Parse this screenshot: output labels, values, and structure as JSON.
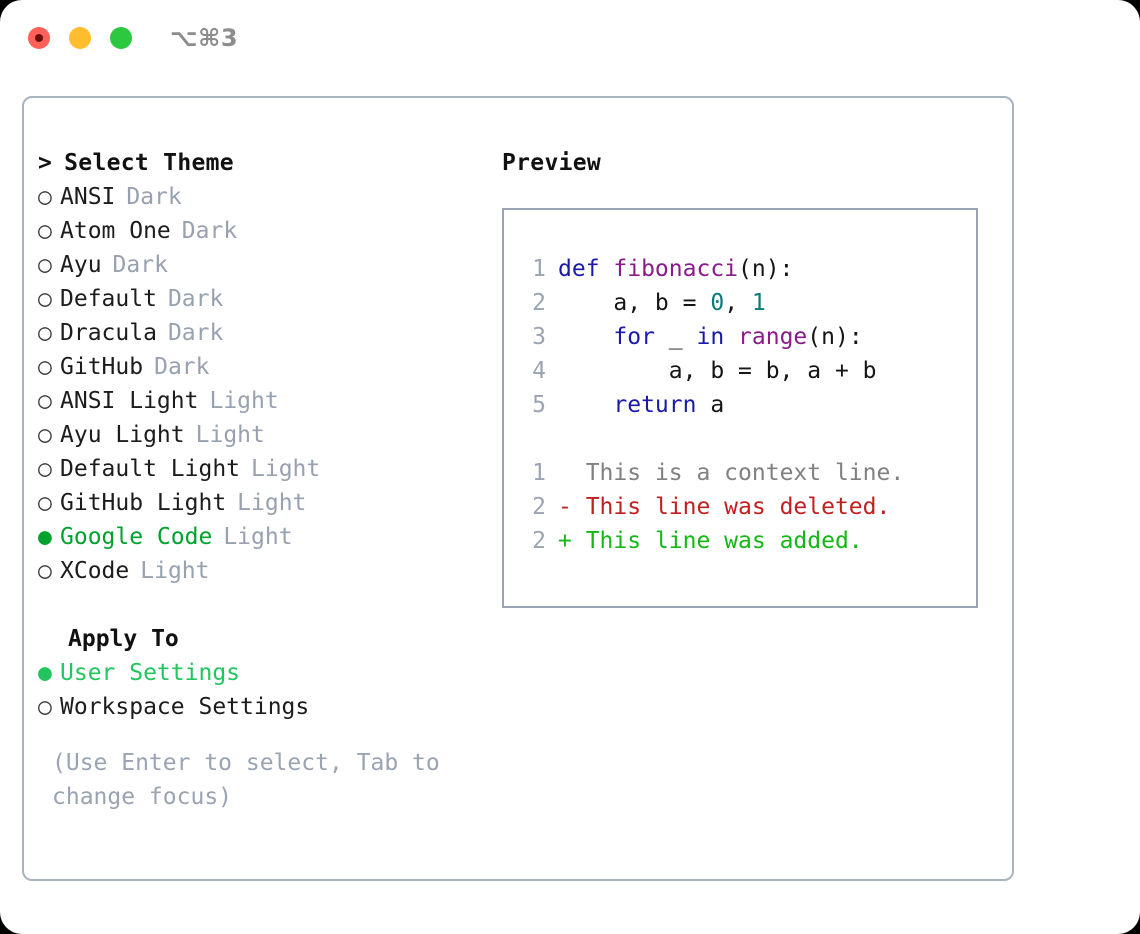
{
  "window": {
    "shortcut": "⌥⌘3",
    "traffic_lights": [
      "close-red",
      "minimize-yellow",
      "zoom-green"
    ]
  },
  "left": {
    "heading": "Select Theme",
    "heading_caret": ">",
    "themes": [
      {
        "marker": "○",
        "name": "ANSI",
        "tag": "Dark",
        "selected": false
      },
      {
        "marker": "○",
        "name": "Atom One",
        "tag": "Dark",
        "selected": false
      },
      {
        "marker": "○",
        "name": "Ayu",
        "tag": "Dark",
        "selected": false
      },
      {
        "marker": "○",
        "name": "Default",
        "tag": "Dark",
        "selected": false
      },
      {
        "marker": "○",
        "name": "Dracula",
        "tag": "Dark",
        "selected": false
      },
      {
        "marker": "○",
        "name": "GitHub",
        "tag": "Dark",
        "selected": false
      },
      {
        "marker": "○",
        "name": "ANSI Light",
        "tag": "Light",
        "selected": false
      },
      {
        "marker": "○",
        "name": "Ayu Light",
        "tag": "Light",
        "selected": false
      },
      {
        "marker": "○",
        "name": "Default Light",
        "tag": "Light",
        "selected": false
      },
      {
        "marker": "○",
        "name": "GitHub Light",
        "tag": "Light",
        "selected": false
      },
      {
        "marker": "●",
        "name": "Google Code",
        "tag": "Light",
        "selected": true
      },
      {
        "marker": "○",
        "name": "XCode",
        "tag": "Light",
        "selected": false
      }
    ],
    "apply_to": {
      "heading": "Apply To",
      "options": [
        {
          "marker": "●",
          "name": "User Settings",
          "selected": true
        },
        {
          "marker": "○",
          "name": "Workspace Settings",
          "selected": false
        }
      ]
    },
    "help_line1": "(Use Enter to select, Tab to",
    "help_line2": "change focus)"
  },
  "right": {
    "title": "Preview",
    "code_lines": [
      {
        "num": "1",
        "tokens": [
          {
            "text": "def ",
            "cls": "t-kw"
          },
          {
            "text": "fibonacci",
            "cls": "t-fn"
          },
          {
            "text": "(n):",
            "cls": "t-plain"
          }
        ]
      },
      {
        "num": "2",
        "tokens": [
          {
            "text": "    a, b = ",
            "cls": "t-plain"
          },
          {
            "text": "0",
            "cls": "t-num"
          },
          {
            "text": ", ",
            "cls": "t-plain"
          },
          {
            "text": "1",
            "cls": "t-num"
          }
        ]
      },
      {
        "num": "3",
        "tokens": [
          {
            "text": "    ",
            "cls": "t-plain"
          },
          {
            "text": "for",
            "cls": "t-kw"
          },
          {
            "text": " _ ",
            "cls": "t-plain"
          },
          {
            "text": "in",
            "cls": "t-kw"
          },
          {
            "text": " ",
            "cls": "t-plain"
          },
          {
            "text": "range",
            "cls": "t-fn"
          },
          {
            "text": "(n):",
            "cls": "t-plain"
          }
        ]
      },
      {
        "num": "4",
        "tokens": [
          {
            "text": "        a, b = b, a + b",
            "cls": "t-plain"
          }
        ]
      },
      {
        "num": "5",
        "tokens": [
          {
            "text": "    ",
            "cls": "t-plain"
          },
          {
            "text": "return",
            "cls": "t-kw"
          },
          {
            "text": " a",
            "cls": "t-plain"
          }
        ]
      }
    ],
    "diff_lines": [
      {
        "num": "1",
        "prefix": "  ",
        "text": "This is a context line.",
        "cls": "t-ctx"
      },
      {
        "num": "2",
        "prefix": "- ",
        "text": "This line was deleted.",
        "cls": "t-del"
      },
      {
        "num": "2",
        "prefix": "+ ",
        "text": "This line was added.",
        "cls": "t-add"
      }
    ]
  },
  "colors": {
    "selected_green": "#00a22e",
    "apply_green": "#22c55e",
    "tag_gray": "#98a1b0",
    "help_gray": "#9aa3b2",
    "panel_border": "#aab3c0",
    "code_border": "#9aa4b4",
    "keyword_blue": "#1a1aa8",
    "function_magenta": "#8b1a8b",
    "number_teal": "#0b7a7a",
    "diff_deleted_red": "#c02020",
    "diff_added_green": "#14b814"
  }
}
